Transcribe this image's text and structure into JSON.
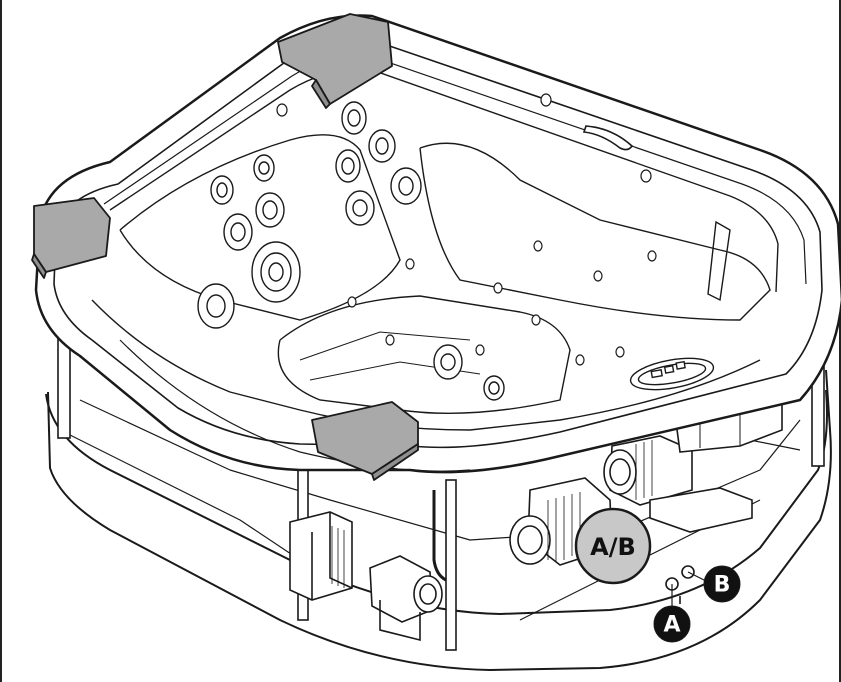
{
  "figure": {
    "callouts": [
      {
        "id": "ab",
        "label": "A/B",
        "fill": "#c8c8c8",
        "text_color": "#111111"
      },
      {
        "id": "b",
        "label": "B",
        "fill": "#111111",
        "text_color": "#ffffff"
      },
      {
        "id": "a",
        "label": "A",
        "fill": "#111111",
        "text_color": "#ffffff"
      }
    ],
    "colors": {
      "line": "#1a1a1a",
      "headrest": "#a9a9a9",
      "tub": "#ffffff",
      "callout_dark": "#111111",
      "callout_light": "#c8c8c8"
    }
  }
}
